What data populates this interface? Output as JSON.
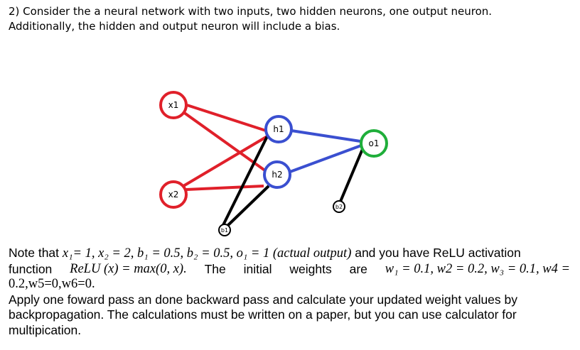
{
  "question": {
    "line1": "2) Consider the a neural network with two inputs, two hidden neurons, one output neuron.",
    "line2": "Additionally, the hidden and output neuron will include a bias."
  },
  "diagram": {
    "nodes": {
      "x1": "x1",
      "x2": "x2",
      "h1": "h1",
      "h2": "h2",
      "o1": "o1",
      "b1": "b1",
      "b2": "b2"
    },
    "colors": {
      "input": "#e0202a",
      "hidden": "#3a4fd0",
      "output": "#1fae3a",
      "bias": "#000000"
    }
  },
  "note": {
    "line1_prefix": "Note that ",
    "line1_math": "x₁= 1, x₂ = 2, b₁ = 0.5, b₂ = 0.5, o₁ = 1 (actual output)",
    "line1_suffix": " and you have ReLU activation",
    "line2_a": "function",
    "line2_math": "ReLU (x) = max(0, x).",
    "line2_b": "The",
    "line2_c": "initial",
    "line2_d": "weights",
    "line2_e": "are",
    "line2_weights": "w₁ = 0.1, w2 = 0.2, w₃ = 0.1, w4 =",
    "line3": "0.2,w5=0,w6=0.",
    "line4": "Apply one foward pass an done backward pass and calculate your updated weight values by",
    "line5": "backpropagation. The calculations must be written on a paper, but you can use calculator for",
    "line6": "multipication."
  }
}
